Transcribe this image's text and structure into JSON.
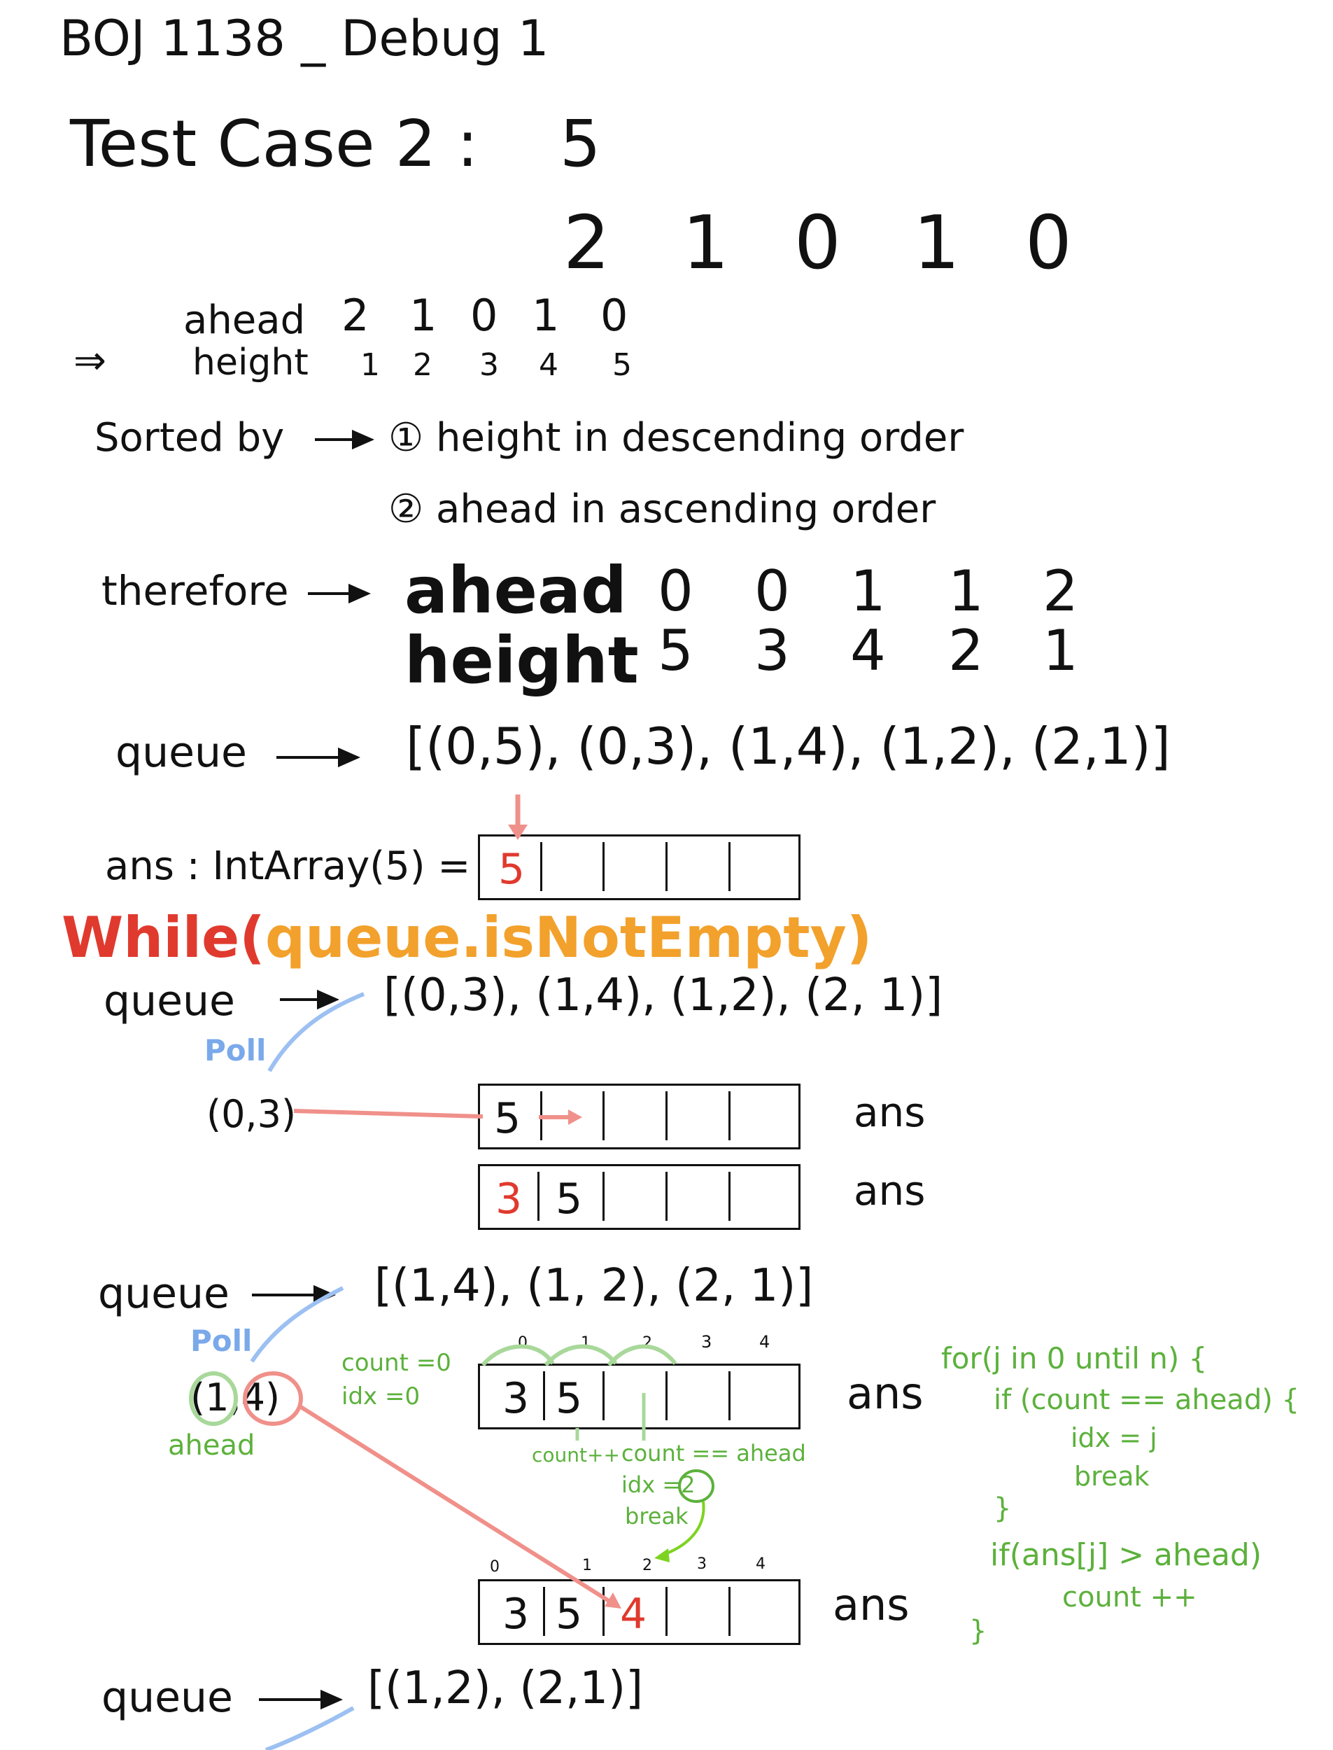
{
  "title": "BOJ 1138 _ Debug 1",
  "test_case": {
    "label": "Test Case 2 :",
    "n": "5",
    "inputs": [
      "2",
      "1",
      "0",
      "1",
      "0"
    ]
  },
  "mapping": {
    "arrow": "⇒",
    "ahead_label": "ahead",
    "ahead_values": [
      "2",
      "1",
      "0",
      "1",
      "0"
    ],
    "height_label": "height",
    "height_values": [
      "1",
      "2",
      "3",
      "4",
      "5"
    ]
  },
  "sorted": {
    "label": "Sorted by",
    "rule1": "① height in descending order",
    "rule2": "② ahead in ascending order"
  },
  "therefore": {
    "label": "therefore",
    "ahead_label": "ahead",
    "ahead_values": [
      "0",
      "0",
      "1",
      "1",
      "2"
    ],
    "height_label": "height",
    "height_values": [
      "5",
      "3",
      "4",
      "2",
      "1"
    ]
  },
  "queue_initial": {
    "label": "queue",
    "content": "[(0,5), (0,3), (1,4), (1,2), (2,1)]"
  },
  "ans_init": {
    "label": "ans : IntArray(5) =",
    "cells": [
      "5",
      "",
      "",
      "",
      ""
    ]
  },
  "while_header": {
    "prefix": "While(",
    "condition": "queue.isNotEmpty",
    "suffix": ")"
  },
  "step1": {
    "queue_label": "queue",
    "queue_content": "[(0,3), (1,4), (1,2), (2, 1)]",
    "poll_label": "Poll",
    "polled": "(0,3)",
    "ans_label": "ans",
    "row_a": [
      "5",
      "",
      "",
      "",
      ""
    ],
    "row_b": [
      "3",
      "5",
      "",
      "",
      ""
    ]
  },
  "step2": {
    "queue_label": "queue",
    "queue_content": "[(1,4), (1, 2), (2, 1)]",
    "poll_label": "Poll",
    "polled": "(1,4)",
    "ahead_note": "ahead",
    "count_note": "count =0",
    "idx_note": "idx =0",
    "indices": [
      "0",
      "1",
      "2",
      "3",
      "4"
    ],
    "row_a": [
      "3",
      "5",
      "",
      "",
      ""
    ],
    "count_inc": "count++",
    "count_eq": "count == ahead",
    "idx_set": "idx =2",
    "break_note": "break",
    "row_b": [
      "3",
      "5",
      "4",
      "",
      ""
    ],
    "ans_label": "ans"
  },
  "code": {
    "line1": "for(j in 0 until n) {",
    "line2": "if (count == ahead) {",
    "line3": "idx = j",
    "line4": "break",
    "line5": "}",
    "line6": "if(ans[j] > ahead)",
    "line7": "count ++",
    "line8": "}"
  },
  "queue_final": {
    "label": "queue",
    "content": "[(1,2), (2,1)]"
  },
  "colors": {
    "ink": "#111111",
    "red": "#e03a2e",
    "green": "#5cb13c",
    "blue": "#7aa9ea",
    "orange": "#f2a12c",
    "salmon": "#f0908a"
  }
}
